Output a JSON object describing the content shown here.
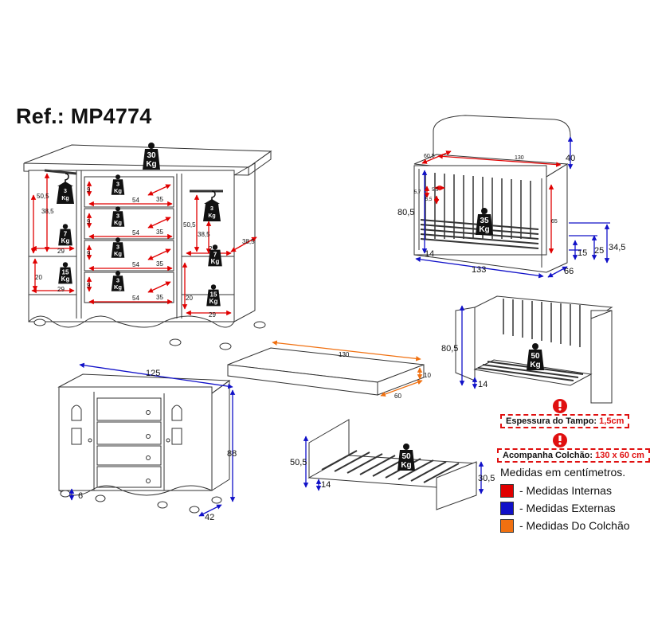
{
  "reference": {
    "title": "Ref.: MP4774"
  },
  "colors": {
    "internal": "#e00000",
    "external": "#1010c8",
    "mattress": "#f07010",
    "line": "#333333"
  },
  "icons": {
    "weight": "weight-icon",
    "hanger": "hanger-icon",
    "warning": "warning-icon"
  },
  "dresser_internal": {
    "top_weight": {
      "value": "30",
      "unit": "Kg"
    },
    "drawer_weight": {
      "value": "3",
      "unit": "Kg"
    },
    "door_shelf_weight": {
      "value": "7",
      "unit": "Kg"
    },
    "bottom_weight": {
      "value": "15",
      "unit": "Kg"
    },
    "hanger_weight": {
      "value": "3",
      "unit": "Kg"
    },
    "dim_50_5": "50,5",
    "dim_38_5": "38,5",
    "dim_29": "29",
    "dim_20": "20",
    "dim_9": "9",
    "dim_54": "54",
    "dim_35": "35",
    "dim_depth": "38,5"
  },
  "dresser_external": {
    "width": "125",
    "height": "88",
    "depth": "42",
    "feet": "6"
  },
  "mattress": {
    "length": "130",
    "width": "60",
    "thickness": "10"
  },
  "crib": {
    "length_top": "130",
    "width_top": "60,5",
    "headboard": "40",
    "height": "80,5",
    "inner_height": "65",
    "slat_gap_a": "5,7",
    "slat_gap_b": "5,5",
    "slat_gap_c": "5,5",
    "base": "14",
    "length": "133",
    "depth": "66",
    "h_15": "15",
    "h_25": "25",
    "h_34_5": "34,5",
    "weight": {
      "value": "35",
      "unit": "Kg"
    }
  },
  "daybed": {
    "height": "80,5",
    "base": "14",
    "weight": {
      "value": "50",
      "unit": "Kg"
    }
  },
  "bed": {
    "height": "50,5",
    "footboard": "30,5",
    "base": "14",
    "weight": {
      "value": "50",
      "unit": "Kg"
    }
  },
  "notes": {
    "top_thickness_label": "Espessura do Tampo:",
    "top_thickness_value": "1,5cm",
    "mattress_label": "Acompanha Colchão:",
    "mattress_value": "130 x 60 cm"
  },
  "legend": {
    "note": "Medidas em centímetros.",
    "items": [
      {
        "label": "- Medidas Internas",
        "color": "#e00000"
      },
      {
        "label": "- Medidas Externas",
        "color": "#1010c8"
      },
      {
        "label": "- Medidas Do Colchão",
        "color": "#f07010"
      }
    ]
  }
}
